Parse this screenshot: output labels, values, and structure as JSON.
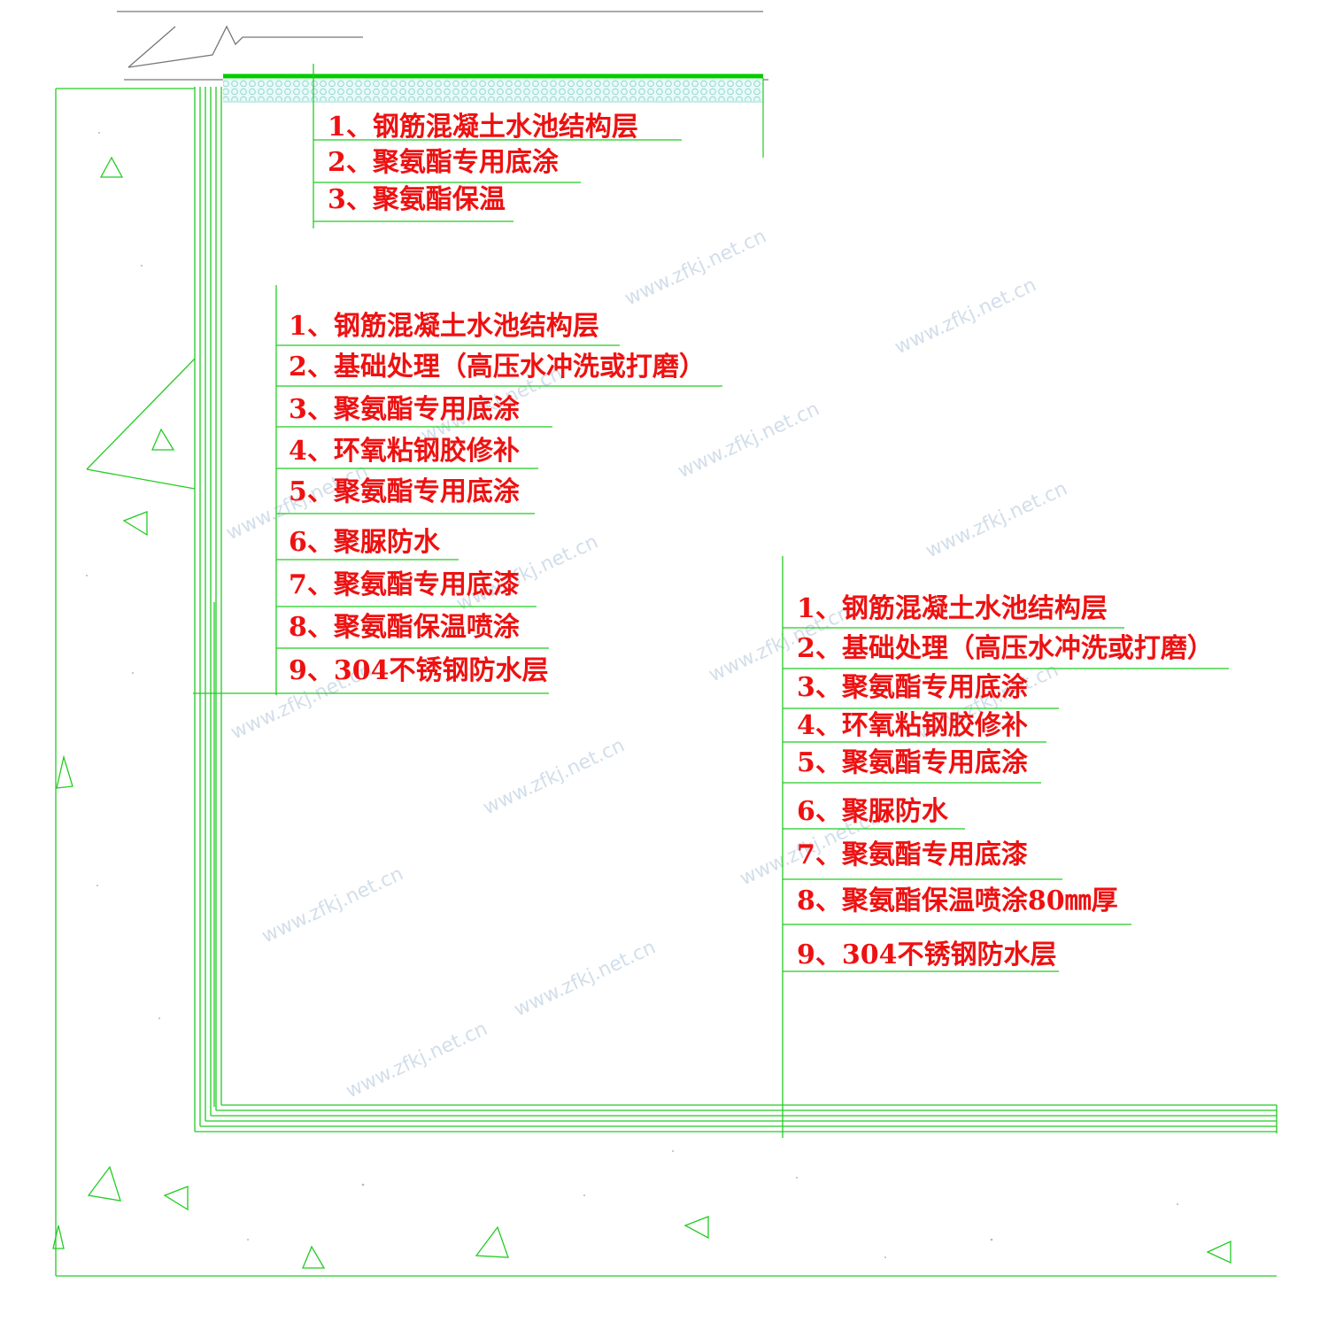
{
  "colors": {
    "line": "#22cc22",
    "label": "#ee1111",
    "insulation": "#b8ece8",
    "watermark": "#c4d4e4"
  },
  "legends": {
    "top": {
      "items": [
        "1、钢筋混凝土水池结构层",
        "2、聚氨酯专用底涂",
        "3、聚氨酯保温"
      ]
    },
    "left": {
      "items": [
        "1、钢筋混凝土水池结构层",
        "2、基础处理（高压水冲洗或打磨）",
        "3、聚氨酯专用底涂",
        "4、环氧粘钢胶修补",
        "5、聚氨酯专用底涂",
        "6、聚脲防水",
        "7、聚氨酯专用底漆",
        "8、聚氨酯保温喷涂",
        "9、304不锈钢防水层"
      ]
    },
    "right": {
      "items": [
        "1、钢筋混凝土水池结构层",
        "2、基础处理（高压水冲洗或打磨）",
        "3、聚氨酯专用底涂",
        "4、环氧粘钢胶修补",
        "5、聚氨酯专用底涂",
        "6、聚脲防水",
        "7、聚氨酯专用底漆",
        "8、聚氨酯保温喷涂80㎜厚",
        "9、304不锈钢防水层"
      ]
    }
  },
  "watermark": {
    "text": "www.zfkj.net.cn"
  }
}
